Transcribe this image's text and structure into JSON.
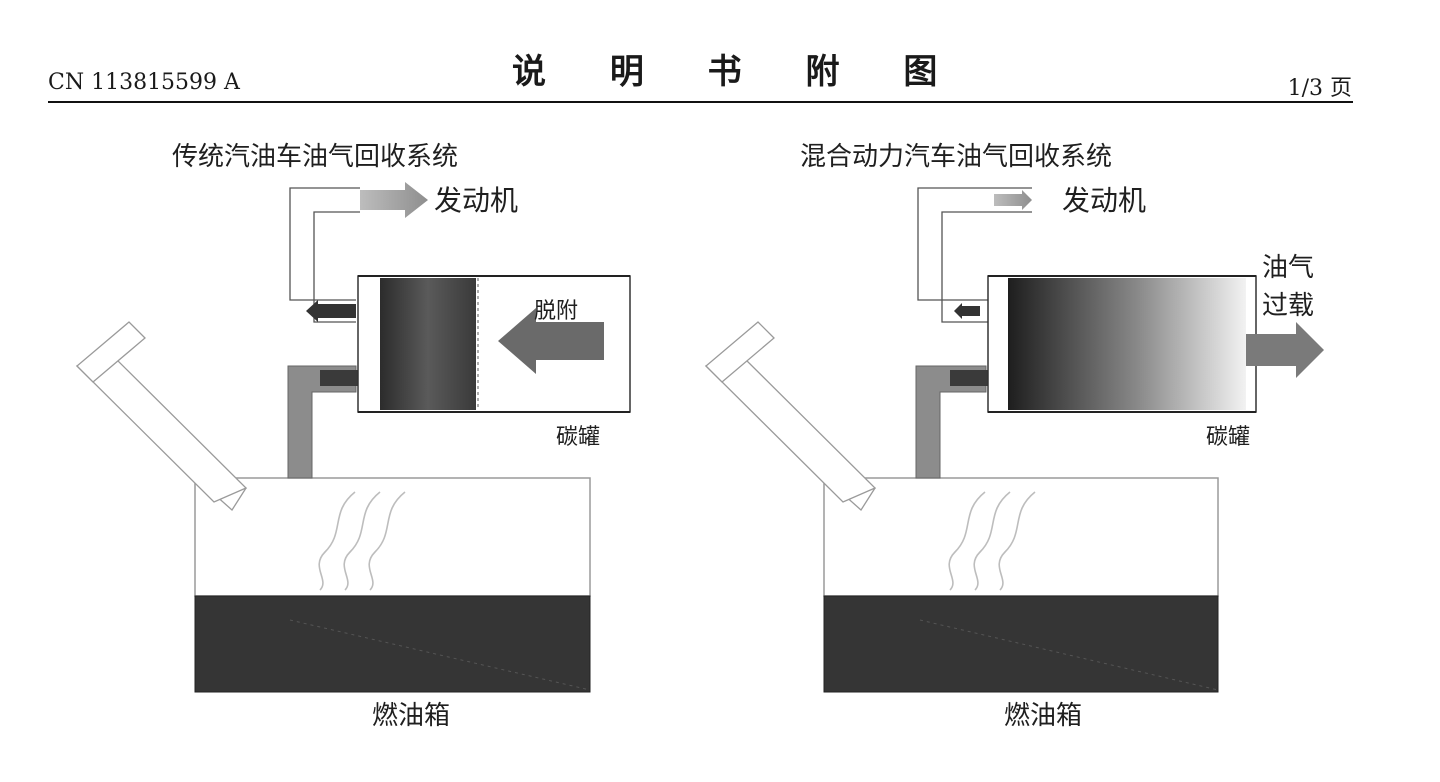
{
  "header": {
    "publication_number": "CN 113815599 A",
    "section_title": "说 明 书 附 图",
    "page": "1/3 页"
  },
  "diagrams": [
    {
      "title": "传统汽油车油气回收系统",
      "engine_label": "发动机",
      "desorb_label": "脱附",
      "canister_label": "碳罐",
      "tank_label": "燃油箱"
    },
    {
      "title": "混合动力汽车油气回收系统",
      "engine_label": "发动机",
      "overload_label_line1": "油气",
      "overload_label_line2": "过载",
      "canister_label": "碳罐",
      "tank_label": "燃油箱"
    }
  ]
}
